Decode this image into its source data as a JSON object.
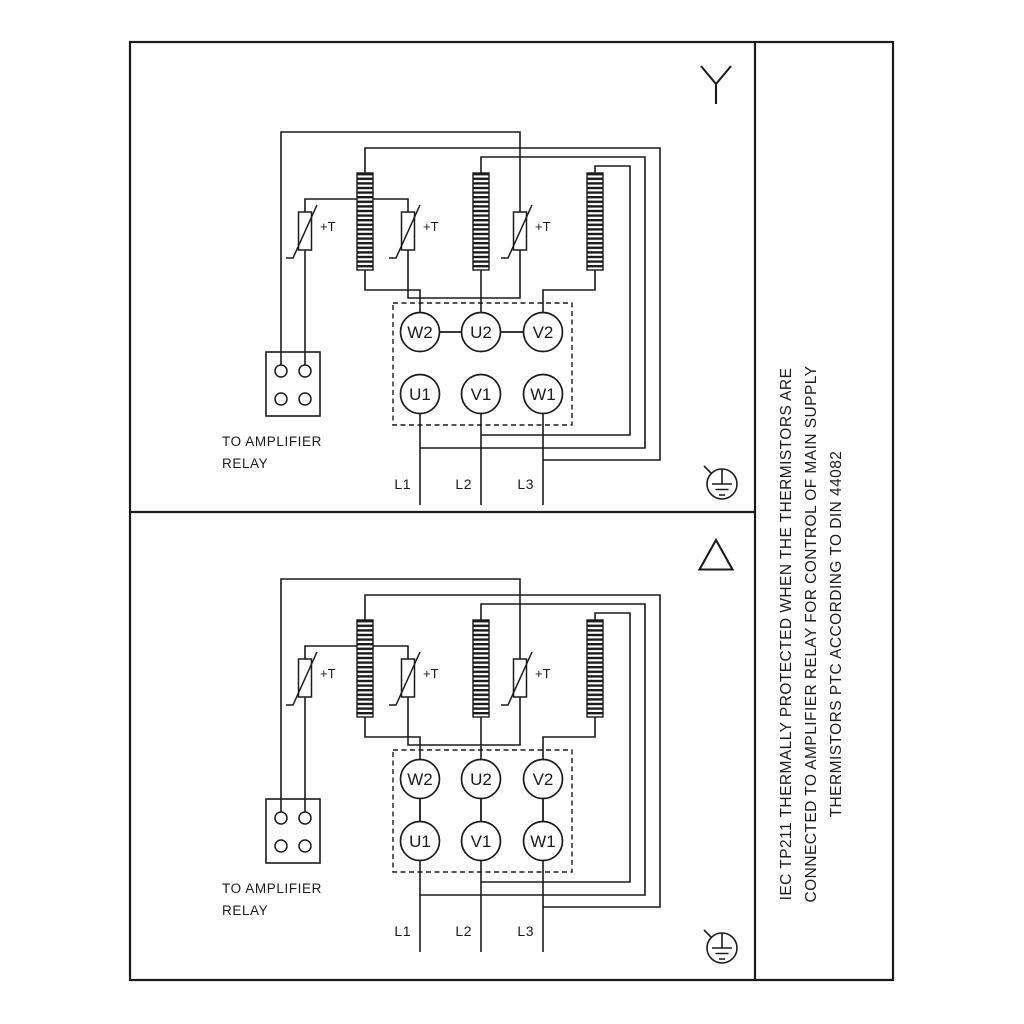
{
  "panel_note": {
    "lines": [
      "IEC TP211 THERMALLY PROTECTED WHEN THE THERMISTORS ARE",
      "CONNECTED TO AMPLIFIER RELAY FOR CONTROL OF MAIN SUPPLY",
      "THERMISTORS PTC ACCORDING TO DIN 44082"
    ]
  },
  "diagrams": [
    {
      "connection": "star",
      "terminal_rows": {
        "top": [
          "W2",
          "U2",
          "V2"
        ],
        "bottom": [
          "U1",
          "V1",
          "W1"
        ]
      },
      "supply_lines": [
        "L1",
        "L2",
        "L3"
      ],
      "thermistor_label": "+T",
      "relay_caption": [
        "TO AMPLIFIER",
        "RELAY"
      ]
    },
    {
      "connection": "delta",
      "terminal_rows": {
        "top": [
          "W2",
          "U2",
          "V2"
        ],
        "bottom": [
          "U1",
          "V1",
          "W1"
        ]
      },
      "supply_lines": [
        "L1",
        "L2",
        "L3"
      ],
      "thermistor_label": "+T",
      "relay_caption": [
        "TO AMPLIFIER",
        "RELAY"
      ]
    }
  ]
}
